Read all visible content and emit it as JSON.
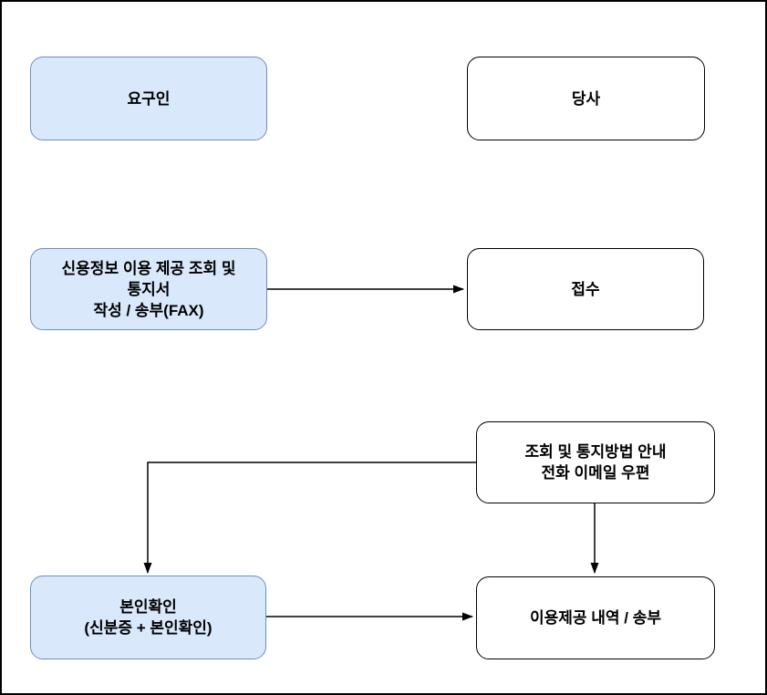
{
  "diagram": {
    "type": "flowchart",
    "colors": {
      "actor_fill_blue": "#dae8fc",
      "actor_stroke_blue": "#6c8ebf",
      "process_fill_white": "#ffffff",
      "process_stroke_black": "#000000",
      "connector": "#000000",
      "frame": "#000000"
    },
    "nodes": [
      {
        "id": "requester",
        "label": "요구인",
        "fill": "#dae8fc",
        "stroke": "#6c8ebf"
      },
      {
        "id": "company",
        "label": "당사",
        "fill": "#ffffff",
        "stroke": "#000000"
      },
      {
        "id": "request-form",
        "label": "신용정보 이용 제공 조회 및\n통지서\n작성 / 송부(FAX)",
        "fill": "#dae8fc",
        "stroke": "#6c8ebf"
      },
      {
        "id": "reception",
        "label": "접수",
        "fill": "#ffffff",
        "stroke": "#000000"
      },
      {
        "id": "notify-guide",
        "label": "조회 및 통지방법 안내\n전화 이메일 우편",
        "fill": "#ffffff",
        "stroke": "#000000"
      },
      {
        "id": "identity-check",
        "label": "본인확인\n(신분증 + 본인확인)",
        "fill": "#dae8fc",
        "stroke": "#6c8ebf"
      },
      {
        "id": "usage-history",
        "label": "이용제공 내역 / 송부",
        "fill": "#ffffff",
        "stroke": "#000000"
      }
    ],
    "edges": [
      {
        "from": "request-form",
        "to": "reception",
        "style": "arrow-right"
      },
      {
        "from": "notify-guide",
        "to": "identity-check",
        "style": "elbow-left-down-arrow"
      },
      {
        "from": "notify-guide",
        "to": "usage-history",
        "style": "arrow-down"
      },
      {
        "from": "identity-check",
        "to": "usage-history",
        "style": "arrow-right"
      }
    ]
  }
}
